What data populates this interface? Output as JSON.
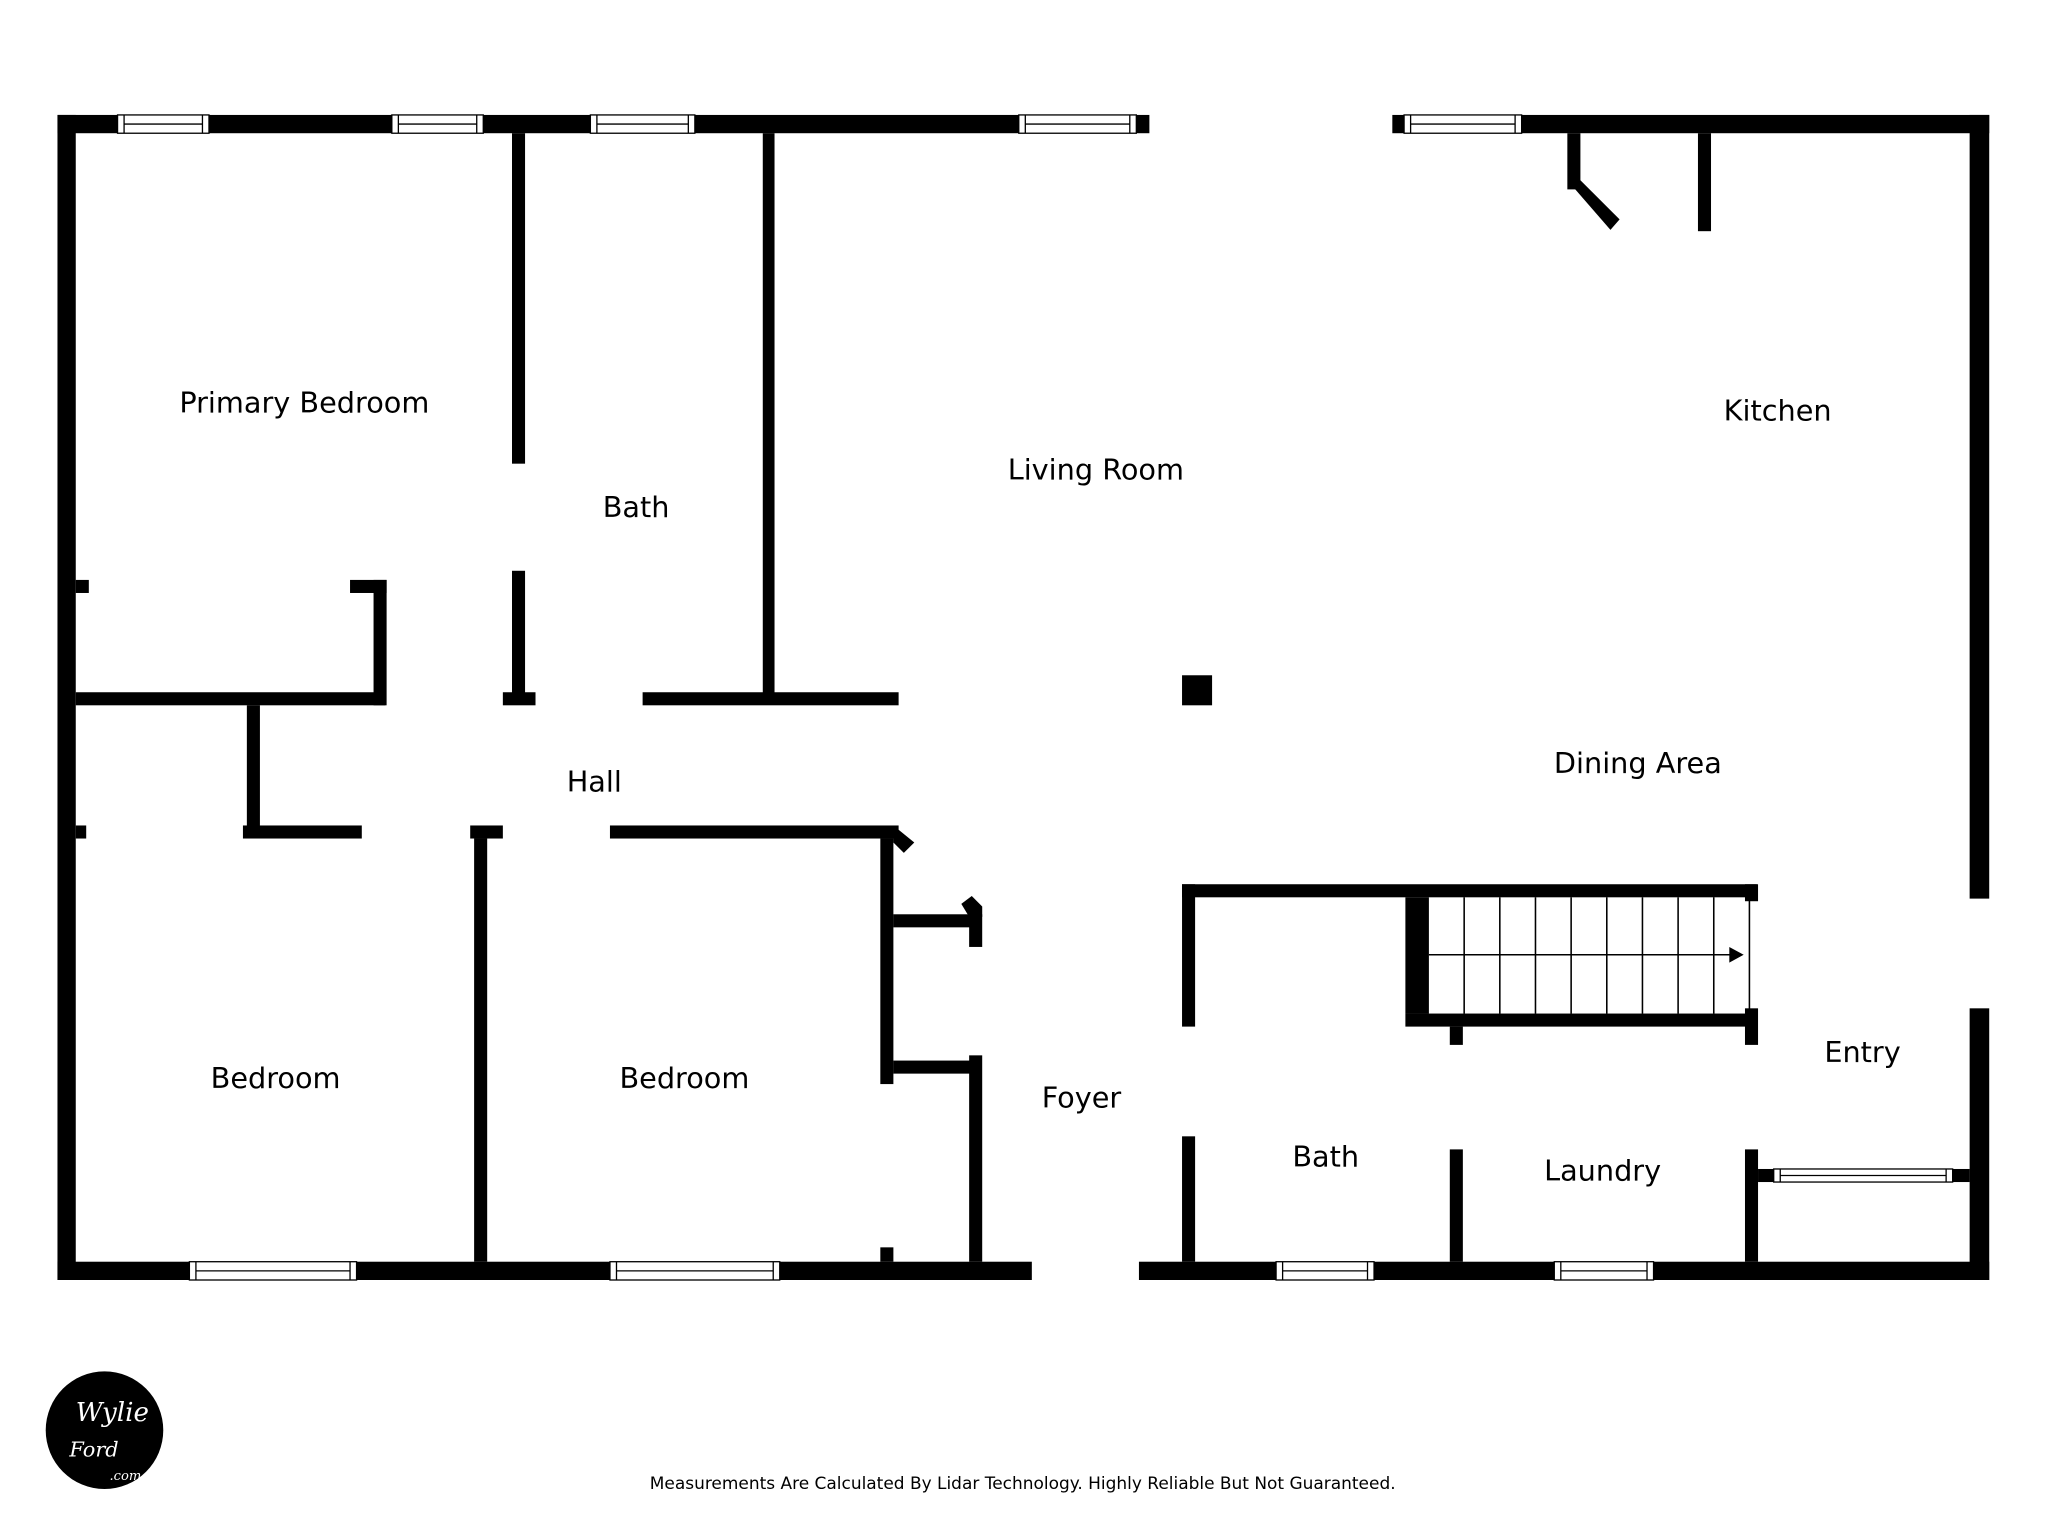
{
  "floorplan": {
    "rooms": {
      "primary_bedroom": "Primary Bedroom",
      "bath_primary": "Bath",
      "living_room": "Living Room",
      "kitchen": "Kitchen",
      "hall": "Hall",
      "dining_area": "Dining Area",
      "bedroom_1": "Bedroom",
      "bedroom_2": "Bedroom",
      "foyer": "Foyer",
      "bath_2": "Bath",
      "laundry": "Laundry",
      "entry": "Entry"
    },
    "wall_color": "#000000",
    "background_color": "#ffffff"
  },
  "footer": {
    "disclaimer": "Measurements Are Calculated By Lidar Technology. Highly Reliable But Not Guaranteed."
  },
  "logo": {
    "line1": "Wylie",
    "line2": "Ford",
    "line3": ".com"
  }
}
